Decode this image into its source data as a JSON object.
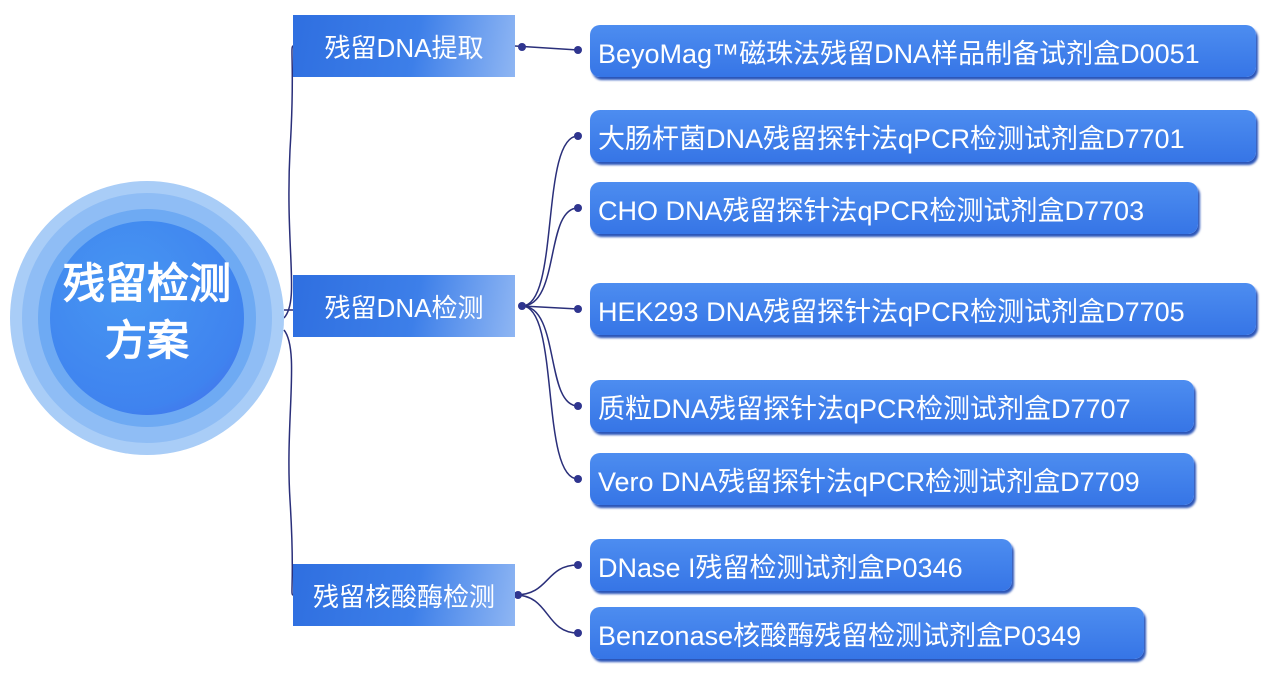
{
  "root": {
    "label": "残留检测方案"
  },
  "branches": [
    {
      "label": "残留DNA提取",
      "items": [
        "BeyoMag™磁珠法残留DNA样品制备试剂盒D0051"
      ]
    },
    {
      "label": "残留DNA检测",
      "items": [
        "大肠杆菌DNA残留探针法qPCR检测试剂盒D7701",
        "CHO DNA残留探针法qPCR检测试剂盒D7703",
        "HEK293 DNA残留探针法qPCR检测试剂盒D7705",
        "质粒DNA残留探针法qPCR检测试剂盒D7707",
        "Vero DNA残留探针法qPCR检测试剂盒D7709"
      ]
    },
    {
      "label": "残留核酸酶检测",
      "items": [
        "DNase I残留检测试剂盒P0346",
        "Benzonase核酸酶残留检测试剂盒P0349"
      ]
    }
  ],
  "colors": {
    "line": "#2a2f7a",
    "node": "#3d7fe9"
  }
}
